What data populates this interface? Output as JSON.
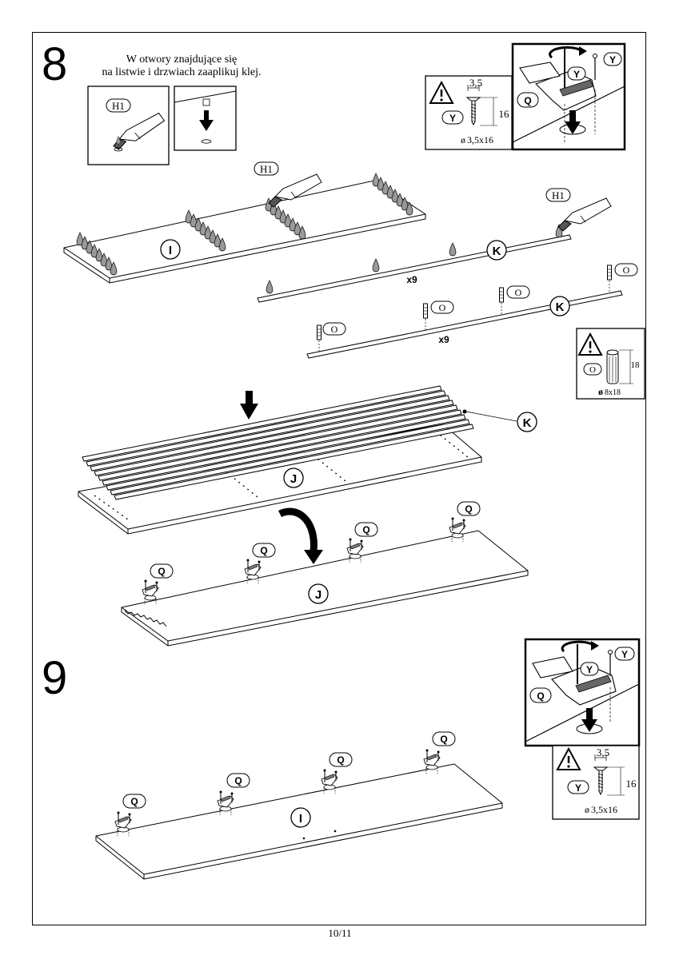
{
  "document": {
    "page_number": "10/11",
    "step8": {
      "number": "8",
      "instruction_line1": "W otwory znajdujące się",
      "instruction_line2": "na listwie i drzwiach zaaplikuj klej."
    },
    "step9": {
      "number": "9"
    }
  },
  "labels": {
    "glue": "H1",
    "panel_i": "I",
    "panel_j": "J",
    "slat_k": "K",
    "dowel_o": "O",
    "hinge_q": "Q",
    "screw_y": "Y",
    "quantity": "x9"
  },
  "specs": {
    "screw_width": "3,5",
    "screw_length": "16",
    "screw_designation": "3,5x16",
    "dowel_length": "18",
    "dowel_designation": "8x18",
    "diameter_symbol": "ø"
  }
}
